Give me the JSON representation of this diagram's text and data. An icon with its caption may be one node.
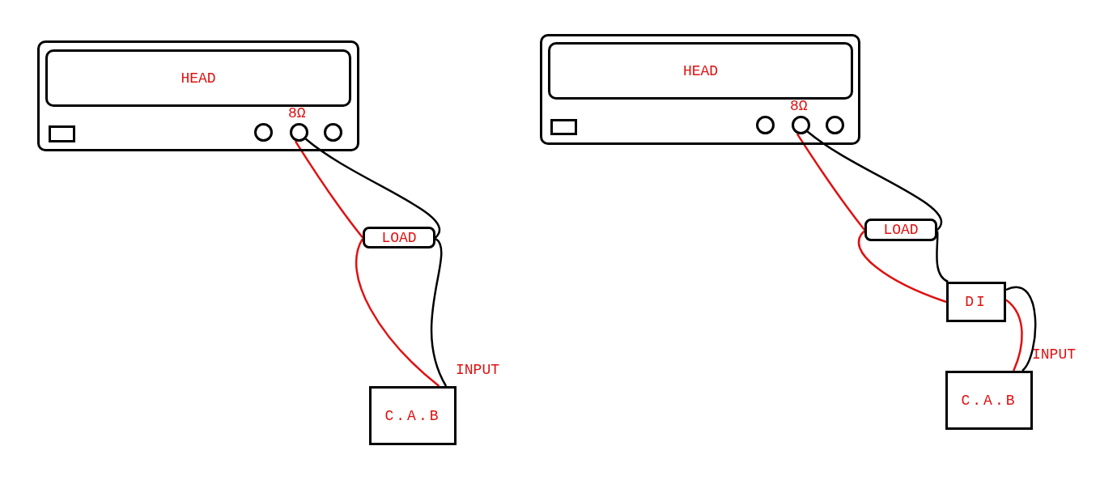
{
  "diagram": {
    "nodes": [
      {
        "text": [],
        "shape": "box"
      },
      {
        "text": [
          "HEAD"
        ],
        "in": 0
      },
      {
        "text": [],
        "shape": "box",
        "in": 0
      },
      {
        "text": [],
        "shape": "circle",
        "in": 0
      },
      {
        "text": [],
        "shape": "circle",
        "in": 0,
        "beside": [
          "8Ω"
        ]
      },
      {
        "text": [],
        "shape": "circle",
        "in": 0
      },
      {
        "text": [
          "LOAD"
        ]
      },
      {
        "text": [
          "C.A.B"
        ],
        "beside": [
          "INPUT"
        ]
      },
      {
        "text": [],
        "shape": "box"
      },
      {
        "text": [
          "HEAD"
        ],
        "in": 8
      },
      {
        "text": [],
        "shape": "box",
        "in": 8
      },
      {
        "text": [],
        "shape": "circle",
        "in": 8
      },
      {
        "text": [],
        "shape": "circle",
        "in": 8,
        "beside": [
          "8Ω"
        ]
      },
      {
        "text": [],
        "shape": "circle",
        "in": 8
      },
      {
        "text": [
          "LOAD"
        ]
      },
      {
        "text": [
          "DI"
        ]
      },
      {
        "text": [
          "C.A.B"
        ],
        "beside": [
          "INPUT"
        ]
      }
    ],
    "edges": [
      {
        "from": 4,
        "to": 6,
        "arrow": "none",
        "color": "#e01010"
      },
      {
        "from": 4,
        "to": 6,
        "arrow": "none",
        "color": "#000000"
      },
      {
        "from": 6,
        "to": 7,
        "arrow": "none",
        "color": "#e01010"
      },
      {
        "from": 6,
        "to": 7,
        "arrow": "none",
        "color": "#000000"
      },
      {
        "from": 12,
        "to": 14,
        "arrow": "none",
        "color": "#e01010"
      },
      {
        "from": 12,
        "to": 14,
        "arrow": "none",
        "color": "#000000"
      },
      {
        "from": 14,
        "to": 15,
        "arrow": "none",
        "color": "#e01010"
      },
      {
        "from": 14,
        "to": 15,
        "arrow": "none",
        "color": "#000000"
      },
      {
        "from": 15,
        "to": 16,
        "arrow": "none",
        "color": "#e01010"
      },
      {
        "from": 15,
        "to": 16,
        "arrow": "none",
        "color": "#000000"
      }
    ]
  }
}
